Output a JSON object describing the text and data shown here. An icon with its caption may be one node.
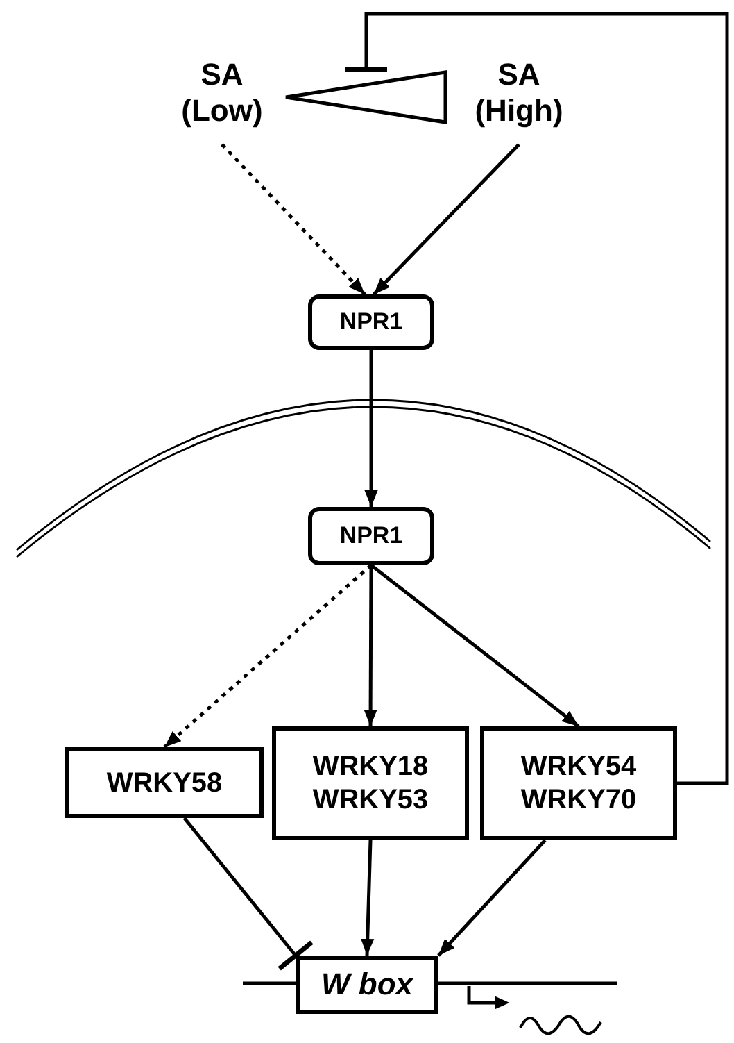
{
  "diagram": {
    "nodes": [
      {
        "text": [
          "SA (Low)"
        ]
      },
      {
        "text": [
          "SA (High)"
        ]
      },
      {
        "text": [],
        "shape": "triangle"
      },
      {
        "text": [
          "NPR1"
        ]
      },
      {
        "text": [
          "NPR1"
        ]
      },
      {
        "text": [
          "WRKY58"
        ]
      },
      {
        "text": [
          "WRKY18 WRKY53"
        ]
      },
      {
        "text": [
          "WRKY54 WRKY70"
        ]
      },
      {
        "text": [
          "W box"
        ]
      }
    ],
    "edges": [
      {
        "from": 0,
        "to": 3,
        "arrow": "to",
        "style": "dashed"
      },
      {
        "from": 1,
        "to": 3,
        "arrow": "to"
      },
      {
        "from": 3,
        "to": 4,
        "arrow": "to"
      },
      {
        "from": 4,
        "to": 5,
        "arrow": "to",
        "style": "dashed"
      },
      {
        "from": 4,
        "to": 6,
        "arrow": "to"
      },
      {
        "from": 4,
        "to": 7,
        "arrow": "to"
      },
      {
        "from": 5,
        "to": 8,
        "arrow": "other"
      },
      {
        "from": 6,
        "to": 8,
        "arrow": "to"
      },
      {
        "from": 7,
        "to": 8,
        "arrow": "to"
      },
      {
        "from": 7,
        "to": 2,
        "arrow": "other"
      }
    ]
  }
}
